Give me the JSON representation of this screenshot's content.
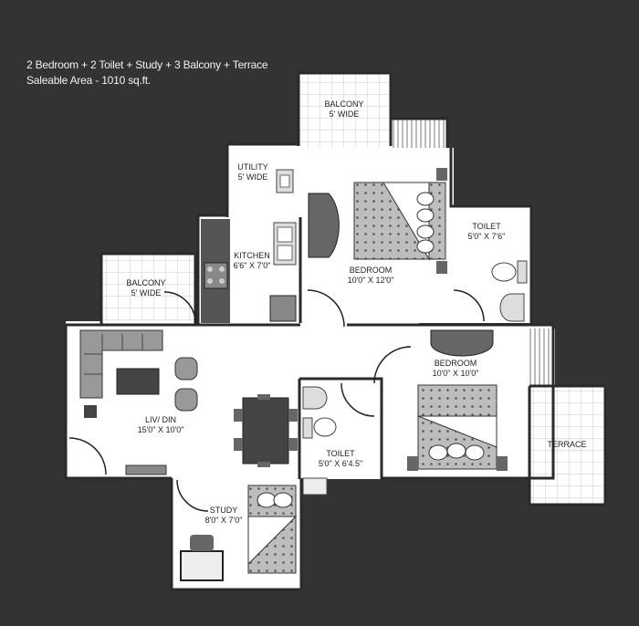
{
  "header": {
    "line1": "2 Bedroom + 2 Toilet + Study + 3 Balcony + Terrace",
    "line2": "Saleable Area - 1010 sq.ft."
  },
  "rooms": {
    "balcony_top": {
      "name": "BALCONY",
      "size": "5' WIDE"
    },
    "utility": {
      "name": "UTILITY",
      "size": "5' WIDE"
    },
    "kitchen": {
      "name": "KITCHEN",
      "size": "6'6\" X 7'0\""
    },
    "bedroom1": {
      "name": "BEDROOM",
      "size": "10'0\" X 12'0\""
    },
    "toilet1": {
      "name": "TOILET",
      "size": "5'0\" X 7'6\""
    },
    "balcony_left": {
      "name": "BALCONY",
      "size": "5' WIDE"
    },
    "living": {
      "name": "LIV/ DIN",
      "size": "15'0\" X 10'0\""
    },
    "toilet2": {
      "name": "TOILET",
      "size": "5'0\" X 6'4.5\""
    },
    "bedroom2": {
      "name": "BEDROOM",
      "size": "10'0\" X 10'0\""
    },
    "terrace": {
      "name": "TERRACE",
      "size": ""
    },
    "study": {
      "name": "STUDY",
      "size": "8'0\" X 7'0\""
    }
  },
  "colors": {
    "background": "#333333",
    "floor": "#ffffff",
    "wall": "#2a2a2a",
    "furniture": "#777777"
  }
}
